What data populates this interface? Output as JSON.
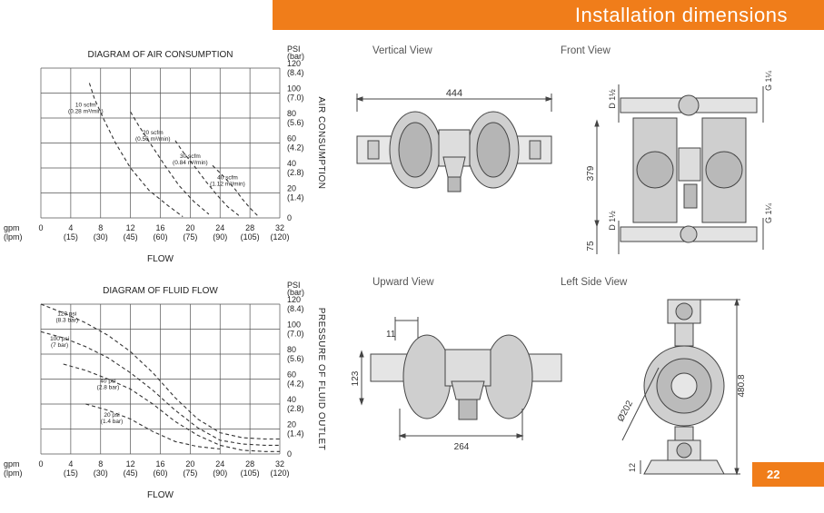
{
  "header": {
    "title": "Installation dimensions",
    "page_number": "22"
  },
  "views": {
    "vertical": {
      "label": "Vertical View",
      "dims": [
        "444"
      ]
    },
    "front": {
      "label": "Front View",
      "dims": [
        "379",
        "75",
        "D 1½",
        "D 1½",
        "G 1¼",
        "G 1¼"
      ]
    },
    "upward": {
      "label": "Upward View",
      "dims": [
        "11",
        "123",
        "264"
      ]
    },
    "left_side": {
      "label": "Left Side View",
      "dims": [
        "480.8",
        "Ø202",
        "12"
      ]
    }
  },
  "chart_data": [
    {
      "type": "line",
      "title": "DIAGRAM OF AIR CONSUMPTION",
      "xlabel": "FLOW",
      "ylabel": "AIR CONSUMPTION",
      "x_unit_labels": [
        "gpm",
        "(lpm)"
      ],
      "y_unit_labels": [
        "PSI",
        "(bar)"
      ],
      "x_ticks": [
        {
          "value": 0,
          "label": "0",
          "sub": ""
        },
        {
          "value": 4,
          "label": "4",
          "sub": "(15)"
        },
        {
          "value": 8,
          "label": "8",
          "sub": "(30)"
        },
        {
          "value": 12,
          "label": "12",
          "sub": "(45)"
        },
        {
          "value": 16,
          "label": "16",
          "sub": "(60)"
        },
        {
          "value": 20,
          "label": "20",
          "sub": "(75)"
        },
        {
          "value": 24,
          "label": "24",
          "sub": "(90)"
        },
        {
          "value": 28,
          "label": "28",
          "sub": "(105)"
        },
        {
          "value": 32,
          "label": "32",
          "sub": "(120)"
        }
      ],
      "y_ticks": [
        {
          "value": 0,
          "label": "0",
          "sub": ""
        },
        {
          "value": 20,
          "label": "20",
          "sub": "(1.4)"
        },
        {
          "value": 40,
          "label": "40",
          "sub": "(2.8)"
        },
        {
          "value": 60,
          "label": "60",
          "sub": "(4.2)"
        },
        {
          "value": 80,
          "label": "80",
          "sub": "(5.6)"
        },
        {
          "value": 100,
          "label": "100",
          "sub": "(7.0)"
        },
        {
          "value": 120,
          "label": "120",
          "sub": "(8.4)"
        }
      ],
      "xlim": [
        0,
        32
      ],
      "ylim": [
        0,
        120
      ],
      "grid": true,
      "series": [
        {
          "name": "10 scfm (0.28 m³/min)",
          "label_lines": [
            "10 scfm",
            "(0.28 m³/min)"
          ],
          "label_at": [
            6,
            89
          ],
          "points": [
            [
              6.5,
              108
            ],
            [
              7.2,
              95
            ],
            [
              8.5,
              78
            ],
            [
              10,
              60
            ],
            [
              12,
              40
            ],
            [
              14.5,
              22
            ],
            [
              17,
              10
            ],
            [
              19,
              1
            ]
          ]
        },
        {
          "name": "20 scfm (0.56 m³/min)",
          "label_lines": [
            "20 scfm",
            "(0.56 m³/min)"
          ],
          "label_at": [
            15,
            67
          ],
          "points": [
            [
              12,
              85
            ],
            [
              13,
              75
            ],
            [
              14.5,
              61
            ],
            [
              16.5,
              43
            ],
            [
              18.5,
              26
            ],
            [
              20.5,
              13
            ],
            [
              22.5,
              3
            ]
          ]
        },
        {
          "name": "30 scfm (0.84 m³/min)",
          "label_lines": [
            "30 scfm",
            "(0.84 m³/min)"
          ],
          "label_at": [
            20,
            48
          ],
          "points": [
            [
              18,
              62
            ],
            [
              19,
              53
            ],
            [
              20.5,
              42
            ],
            [
              22,
              30
            ],
            [
              23.5,
              19
            ],
            [
              25,
              9
            ],
            [
              26.5,
              2
            ]
          ]
        },
        {
          "name": "40 scfm (1.12 m³/min)",
          "label_lines": [
            "40 scfm",
            "(1.12 m³/min)"
          ],
          "label_at": [
            25,
            31
          ],
          "points": [
            [
              23,
              42
            ],
            [
              24.5,
              33
            ],
            [
              26,
              23
            ],
            [
              27,
              15
            ],
            [
              28,
              8
            ],
            [
              29,
              2
            ]
          ]
        }
      ]
    },
    {
      "type": "line",
      "title": "DIAGRAM OF FLUID FLOW",
      "xlabel": "FLOW",
      "ylabel": "PRESSURE OF FLUID OUTLET",
      "x_unit_labels": [
        "gpm",
        "(lpm)"
      ],
      "y_unit_labels": [
        "PSI",
        "(bar)"
      ],
      "x_ticks": [
        {
          "value": 0,
          "label": "0",
          "sub": ""
        },
        {
          "value": 4,
          "label": "4",
          "sub": "(15)"
        },
        {
          "value": 8,
          "label": "8",
          "sub": "(30)"
        },
        {
          "value": 12,
          "label": "12",
          "sub": "(45)"
        },
        {
          "value": 16,
          "label": "16",
          "sub": "(60)"
        },
        {
          "value": 20,
          "label": "20",
          "sub": "(75)"
        },
        {
          "value": 24,
          "label": "24",
          "sub": "(90)"
        },
        {
          "value": 28,
          "label": "28",
          "sub": "(105)"
        },
        {
          "value": 32,
          "label": "32",
          "sub": "(120)"
        }
      ],
      "y_ticks": [
        {
          "value": 0,
          "label": "0",
          "sub": ""
        },
        {
          "value": 20,
          "label": "20",
          "sub": "(1.4)"
        },
        {
          "value": 40,
          "label": "40",
          "sub": "(2.8)"
        },
        {
          "value": 60,
          "label": "60",
          "sub": "(4.2)"
        },
        {
          "value": 80,
          "label": "80",
          "sub": "(5.6)"
        },
        {
          "value": 100,
          "label": "100",
          "sub": "(7.0)"
        },
        {
          "value": 120,
          "label": "120",
          "sub": "(8.4)"
        }
      ],
      "xlim": [
        0,
        32
      ],
      "ylim": [
        0,
        120
      ],
      "grid": true,
      "series": [
        {
          "name": "120 psi (8.3 bar)",
          "label_lines": [
            "120 psi",
            "(8.3 bar)"
          ],
          "label_at": [
            3.5,
            111
          ],
          "points": [
            [
              0,
              120
            ],
            [
              3,
              113
            ],
            [
              6,
              105
            ],
            [
              9,
              95
            ],
            [
              12,
              82
            ],
            [
              15,
              65
            ],
            [
              18,
              45
            ],
            [
              21,
              28
            ],
            [
              24,
              17
            ],
            [
              27,
              13
            ],
            [
              30,
              12
            ],
            [
              32,
              12
            ]
          ]
        },
        {
          "name": "100 psi (7 bar)",
          "label_lines": [
            "100 psi",
            "(7 bar)"
          ],
          "label_at": [
            2.5,
            91
          ],
          "points": [
            [
              0,
              98
            ],
            [
              3,
              93
            ],
            [
              6,
              86
            ],
            [
              9,
              77
            ],
            [
              12,
              65
            ],
            [
              15,
              51
            ],
            [
              18,
              35
            ],
            [
              21,
              21
            ],
            [
              24,
              11
            ],
            [
              27,
              8
            ],
            [
              30,
              7
            ],
            [
              32,
              7
            ]
          ]
        },
        {
          "name": "40 psi (2.8 bar)",
          "label_lines": [
            "40 psi",
            "(2.8 bar)"
          ],
          "label_at": [
            9,
            57
          ],
          "points": [
            [
              3,
              72
            ],
            [
              6,
              67
            ],
            [
              9,
              60
            ],
            [
              12,
              52
            ],
            [
              15,
              40
            ],
            [
              18,
              26
            ],
            [
              21,
              15
            ],
            [
              24,
              7
            ],
            [
              27,
              3
            ],
            [
              30,
              2
            ],
            [
              32,
              2
            ]
          ]
        },
        {
          "name": "20 psi (1.4 bar)",
          "label_lines": [
            "20 psi",
            "(1.4 bar)"
          ],
          "label_at": [
            9.5,
            30
          ],
          "points": [
            [
              6,
              40
            ],
            [
              9,
              35
            ],
            [
              12,
              28
            ],
            [
              15,
              18
            ],
            [
              18,
              10
            ],
            [
              21,
              6
            ],
            [
              24,
              4
            ]
          ]
        }
      ]
    }
  ]
}
